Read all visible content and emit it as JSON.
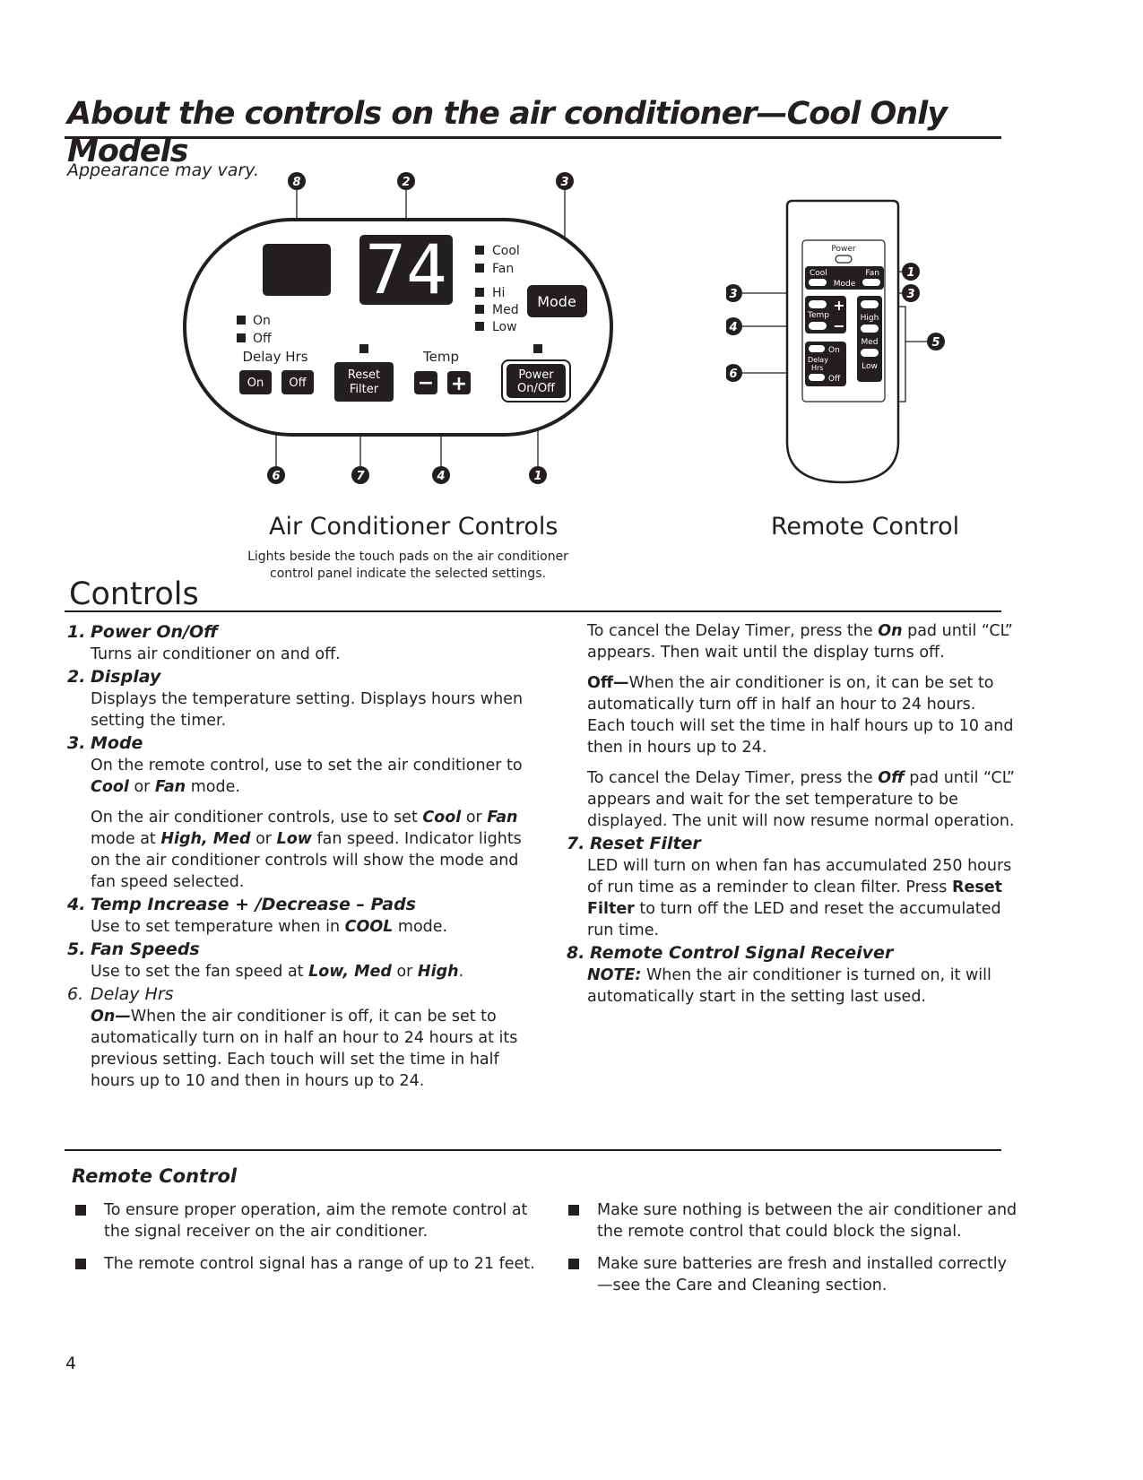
{
  "title": "About the controls on the air conditioner—Cool Only Models",
  "appearance_note": "Appearance may vary.",
  "panel": {
    "display_value": "74",
    "mode_labels": [
      "Cool",
      "Fan"
    ],
    "speed_labels": [
      "Hi",
      "Med",
      "Low"
    ],
    "mode_button": "Mode",
    "timer_on_label": "On",
    "timer_off_label": "Off",
    "delay_hrs_label": "Delay Hrs",
    "delay_on_button": "On",
    "delay_off_button": "Off",
    "reset_filter_line1": "Reset",
    "reset_filter_line2": "Filter",
    "temp_label": "Temp",
    "temp_minus": "−",
    "temp_plus": "+",
    "power_line1": "Power",
    "power_line2": "On/Off",
    "callouts_top": [
      "8",
      "2",
      "3"
    ],
    "callouts_bottom": [
      "6",
      "7",
      "4",
      "1"
    ]
  },
  "ac_controls_title": "Air Conditioner Controls",
  "ac_controls_caption_line1": "Lights beside the touch pads on the air conditioner",
  "ac_controls_caption_line2": "control panel indicate the selected settings.",
  "remote": {
    "title": "Remote Control",
    "power": "Power",
    "cool": "Cool",
    "fan": "Fan",
    "mode": "Mode",
    "temp": "Temp",
    "temp_plus": "+",
    "temp_minus": "−",
    "high": "High",
    "med": "Med",
    "low": "Low",
    "delay_on": "On",
    "delay_line1": "Delay",
    "delay_line2": "Hrs",
    "delay_off": "Off",
    "callouts_left": [
      "3",
      "4",
      "6"
    ],
    "callouts_right": [
      "1",
      "3",
      "5"
    ]
  },
  "controls_heading": "Controls",
  "items": {
    "i1": {
      "num": "1.",
      "title": "Power On/Off",
      "text": "Turns air conditioner on and off."
    },
    "i2": {
      "num": "2.",
      "title": "Display",
      "text": "Displays the temperature setting. Displays hours when setting the timer."
    },
    "i3": {
      "num": "3.",
      "title": "Mode",
      "p1a": "On the remote control, use to set the air conditioner to ",
      "p1b": "Cool",
      "p1c": " or ",
      "p1d": "Fan",
      "p1e": " mode.",
      "p2a": "On the air conditioner controls, use to set ",
      "p2b": "Cool",
      "p2c": " or ",
      "p2d": "Fan",
      "p2e": " mode at ",
      "p2f": "High, Med",
      "p2g": " or ",
      "p2h": "Low",
      "p2i": " fan speed. Indicator lights on the air conditioner controls will show the mode and fan speed selected."
    },
    "i4": {
      "num": "4.",
      "title": "Temp Increase + /Decrease – Pads",
      "ta": "Use to set temperature when in ",
      "tb": "COOL",
      "tc": " mode."
    },
    "i5": {
      "num": "5.",
      "title": "Fan Speeds",
      "ta": "Use to set the fan speed at ",
      "tb": "Low, Med",
      "tc": " or ",
      "td": "High",
      "te": "."
    },
    "i6": {
      "num": "6.",
      "title": "Delay Hrs",
      "on_label": "On—",
      "on_text": "When the air conditioner is off, it can be set to automatically turn on in half an hour to 24 hours at its previous setting. Each touch will set the time in half hours up to 10 and then in hours up to 24.",
      "cancel1a": "To cancel the Delay Timer, press the ",
      "cancel1b": "On",
      "cancel1c": " pad until “CL” appears. Then wait until the display turns off.",
      "off_label": "Off—",
      "off_text": "When the air conditioner is on, it can be set to automatically turn off in half an hour to 24 hours. Each touch will set the time in half hours up to 10 and then in hours up to 24.",
      "cancel2a": "To cancel the Delay Timer, press the ",
      "cancel2b": "Off",
      "cancel2c": " pad until “CL” appears and wait for the set temperature to be displayed. The unit will now resume normal operation."
    },
    "i7": {
      "num": "7.",
      "title": "Reset Filter",
      "ta": "LED will turn on when fan has accumulated 250 hours of run time as a reminder to clean filter. Press ",
      "tb": "Reset Filter",
      "tc": " to turn off the LED and reset the accumulated run time."
    },
    "i8": {
      "num": "8.",
      "title": "Remote Control Signal Receiver",
      "note_label": "NOTE:",
      "note_text": " When the air conditioner is turned on, it will automatically start in the setting last used."
    }
  },
  "remote_section": {
    "heading": "Remote Control",
    "bullets_left": [
      "To ensure proper operation, aim the remote control at the signal receiver on the air conditioner.",
      "The remote control signal has a range of up to 21 feet."
    ],
    "bullets_right": [
      "Make sure nothing is between the air conditioner and the remote control that could block the signal.",
      "Make sure batteries are fresh and installed correctly—see the Care and Cleaning section."
    ]
  },
  "page_number": "4"
}
